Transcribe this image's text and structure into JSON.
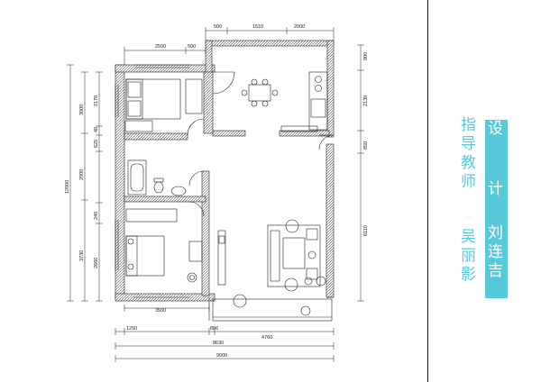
{
  "floorplan": {
    "dims_top": [
      "500",
      "1510",
      "2000",
      "2500",
      "500"
    ],
    "dims_left": [
      "12000",
      "3000",
      "2170",
      "40",
      "625",
      "2900",
      "240",
      "3730",
      "2660"
    ],
    "dims_right": [
      "900",
      "2130",
      "850",
      "6110"
    ],
    "dims_bottom": [
      "3500",
      "1250",
      "886",
      "8630",
      "4760",
      "9000"
    ]
  },
  "labels": {
    "teacher_title": [
      "指",
      "导",
      "教",
      "师"
    ],
    "teacher_name": [
      "吴",
      "丽",
      "影"
    ],
    "design_title": [
      "设",
      "计"
    ],
    "designer_name": [
      "刘",
      "连",
      "吉"
    ]
  },
  "colors": {
    "accent": "#57c9da",
    "wall": "#555555",
    "line": "#222222"
  }
}
